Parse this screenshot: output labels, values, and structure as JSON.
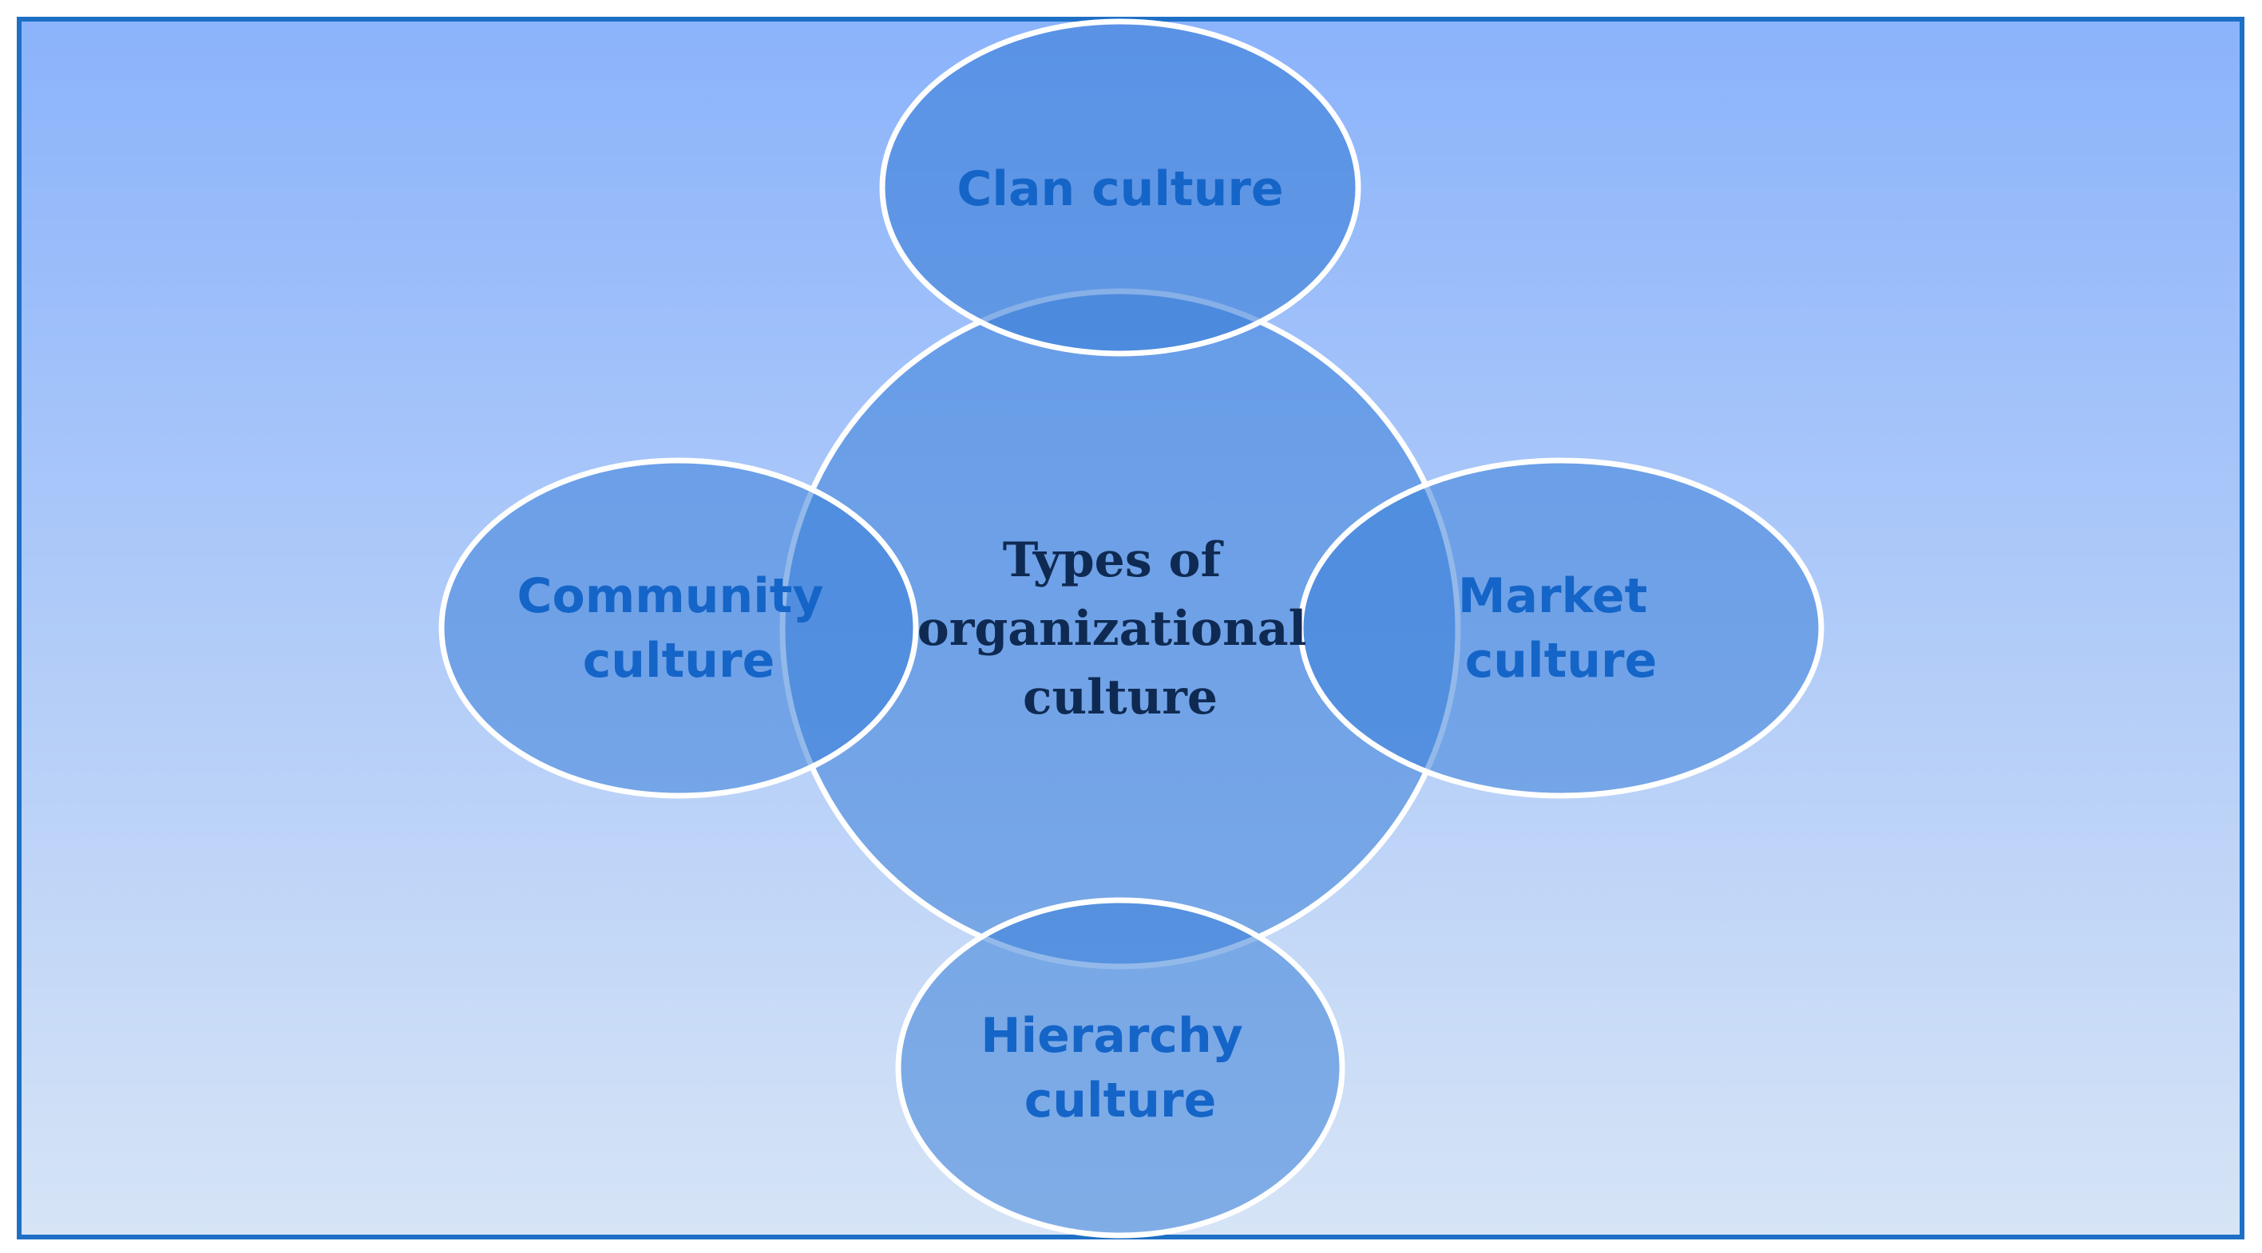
{
  "diagram": {
    "center": {
      "lines": [
        "Types of",
        "organizational",
        "culture"
      ]
    },
    "nodes": {
      "top": {
        "lines": [
          "Clan culture"
        ]
      },
      "left": {
        "lines": [
          "Community",
          "culture"
        ]
      },
      "right": {
        "lines": [
          "Market",
          "culture"
        ]
      },
      "bottom": {
        "lines": [
          "Hierarchy",
          "culture"
        ]
      }
    }
  },
  "colors": {
    "frame_border": "#1e6fc6",
    "background_top": "#8bb3fb",
    "background_bottom": "#d6e4f6",
    "circle_fill": "#3b7fd8",
    "outline": "#ffffff",
    "node_text": "#1565c8",
    "center_text": "#0f2a52"
  }
}
